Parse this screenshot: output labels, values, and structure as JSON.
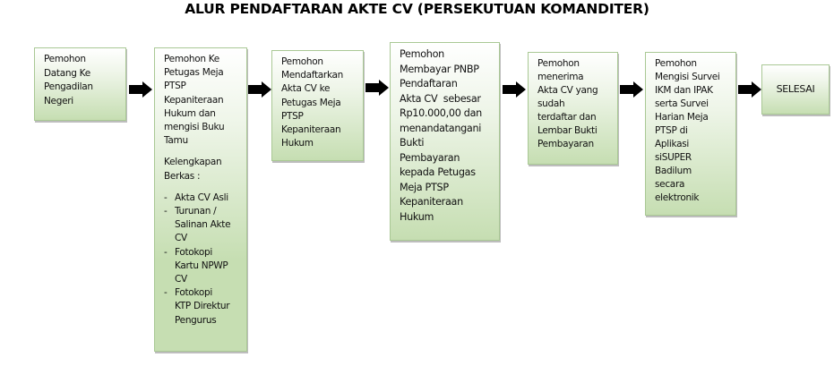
{
  "title": "ALUR PENDAFTARAN AKTE CV (PERSEKUTUAN KOMANDITER)",
  "steps": [
    {
      "lines": [
        "Pemohon",
        "Datang Ke",
        "Pengadilan",
        "Negeri"
      ]
    },
    {
      "lines": [
        "Pemohon Ke",
        "Petugas Meja",
        "PTSP",
        "Kepaniteraan",
        "Hukum dan",
        "mengisi Buku",
        "Tamu"
      ],
      "requirements_heading": [
        "Kelengkapan",
        "Berkas :"
      ],
      "requirements": [
        "Akta CV Asli",
        "Turunan / Salinan Akte CV",
        "Fotokopi Kartu NPWP CV",
        "Fotokopi KTP Direktur Pengurus"
      ],
      "requirements_lines": [
        [
          "Akta CV Asli"
        ],
        [
          "Turunan /",
          "Salinan Akte",
          "CV"
        ],
        [
          "Fotokopi",
          "Kartu NPWP",
          "CV"
        ],
        [
          "Fotokopi",
          "KTP Direktur",
          "Pengurus"
        ]
      ]
    },
    {
      "lines": [
        "Pemohon",
        "Mendaftarkan",
        "Akta CV ke",
        "Petugas Meja",
        "PTSP",
        "Kepaniteraan",
        "Hukum"
      ]
    },
    {
      "lines": [
        "Pemohon",
        "Membayar PNBP",
        "Pendaftaran",
        "Akta CV  sebesar",
        "Rp10.000,00 dan",
        "menandatangani",
        "Bukti",
        "Pembayaran",
        "kepada Petugas",
        "Meja PTSP",
        "Kepaniteraan",
        "Hukum"
      ]
    },
    {
      "lines": [
        "Pemohon",
        "menerima",
        "Akta CV yang",
        "sudah",
        "terdaftar dan",
        "Lembar Bukti",
        "Pembayaran"
      ]
    },
    {
      "lines": [
        "Pemohon",
        "Mengisi Survei",
        "IKM dan IPAK",
        "serta Survei",
        "Harian Meja",
        "PTSP di",
        "Aplikasi",
        "siSUPER",
        "Badilum",
        "secara",
        "elektronik"
      ]
    },
    {
      "lines": [
        "SELESAI"
      ]
    }
  ],
  "colors": {
    "box_border": "#a9c894",
    "box_fill_bottom": "#c6deb2",
    "arrow": "#000000"
  }
}
